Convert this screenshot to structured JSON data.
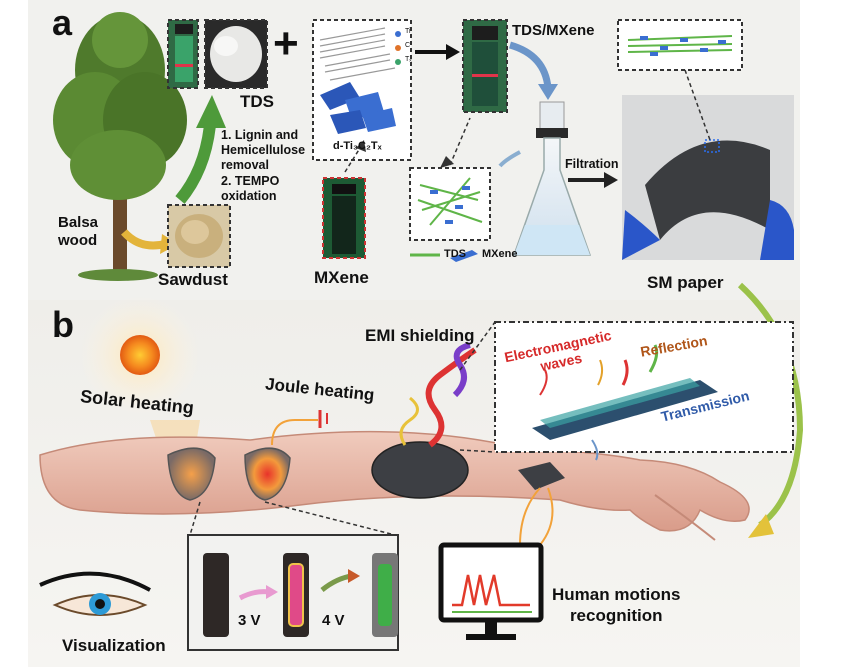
{
  "panel_a": {
    "letter": "a",
    "balsa_wood": "Balsa\nwood",
    "sawdust": "Sawdust",
    "tds": "TDS",
    "step1": "1. Lignin and\nHemicellulose\nremoval",
    "step2": "2. TEMPO\noxidation",
    "plus": "+",
    "mxene_structure": "d-Ti₃C₂Tₓ",
    "legend_ti": "Ti",
    "legend_c": "C",
    "legend_tx": "Tₓ",
    "mxene": "MXene",
    "tds_mxene": "TDS/MXene",
    "filtration": "Filtration",
    "legend_tds": "TDS",
    "legend_mxene": "MXene",
    "sm_paper": "SM paper"
  },
  "panel_b": {
    "letter": "b",
    "solar_heating": "Solar heating",
    "joule_heating": "Joule heating",
    "emi_shielding": "EMI shielding",
    "electromagnetic_waves": "Electromagnetic\nwaves",
    "reflection": "Reflection",
    "transmission": "Transmission",
    "voltage_3": "3 V",
    "voltage_4": "4 V",
    "visualization": "Visualization",
    "human_motions": "Human motions\nrecognition"
  },
  "colors": {
    "tds_green": "#5fb548",
    "mxene_blue": "#3a6ed1",
    "arrow_green": "#4e9a3a",
    "arrow_yellow": "#e3c23a",
    "skin": "#e9b8a8"
  }
}
